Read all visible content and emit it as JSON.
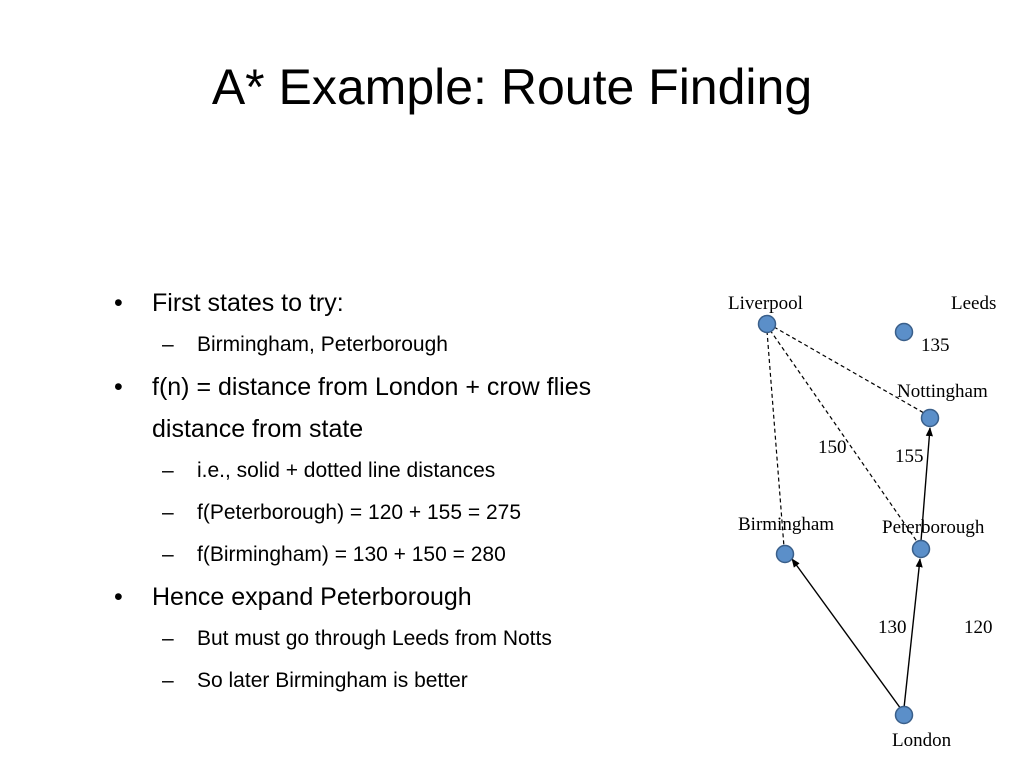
{
  "title": "A* Example: Route Finding",
  "bullets": [
    {
      "level": 1,
      "marker": "•",
      "text": "First states to try:"
    },
    {
      "level": 2,
      "marker": "–",
      "text": "Birmingham, Peterborough"
    },
    {
      "level": 1,
      "marker": "•",
      "text": "f(n) = distance from London + crow flies distance from state"
    },
    {
      "level": 2,
      "marker": "–",
      "text": "i.e., solid + dotted line distances"
    },
    {
      "level": 2,
      "marker": "–",
      "text": "f(Peterborough) = 120 + 155 = 275"
    },
    {
      "level": 2,
      "marker": "–",
      "text": "f(Birmingham) = 130 + 150 = 280"
    },
    {
      "level": 1,
      "marker": "•",
      "text": "Hence expand Peterborough"
    },
    {
      "level": 2,
      "marker": "–",
      "text": "But must go through Leeds from Notts"
    },
    {
      "level": 2,
      "marker": "–",
      "text": "So later Birmingham is better"
    }
  ],
  "graph": {
    "node_color": "#5b8fc9",
    "node_stroke": "#3a5f8a",
    "nodes": {
      "liverpool": "Liverpool",
      "leeds": "Leeds",
      "nottingham": "Nottingham",
      "birmingham": "Birmingham",
      "peterborough": "Peterborough",
      "london": "London"
    },
    "edge_labels": {
      "leeds_nottingham": "135",
      "liverpool_birmingham": "150",
      "peterborough_nottingham": "155",
      "london_birmingham": "130",
      "london_peterborough": "120"
    }
  }
}
